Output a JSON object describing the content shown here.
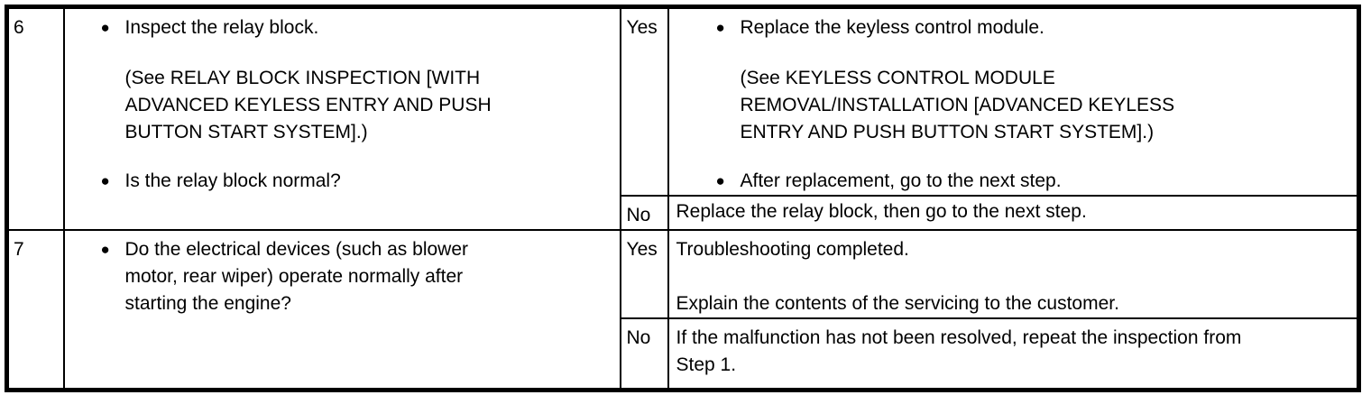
{
  "icons": {
    "bullet": "●"
  },
  "table": {
    "rows": [
      {
        "step": "6",
        "inspection": {
          "bullets": [
            {
              "lines": [
                "Inspect the relay block."
              ],
              "sub_lines": [
                "(See RELAY BLOCK INSPECTION [WITH",
                "ADVANCED KEYLESS ENTRY AND PUSH",
                "BUTTON START SYSTEM].)"
              ]
            },
            {
              "lines": [
                "Is the relay block normal?"
              ]
            }
          ]
        },
        "results": [
          {
            "answer": "Yes",
            "bullets": [
              {
                "lines": [
                  "Replace the keyless control module."
                ],
                "sub_lines": [
                  "(See KEYLESS CONTROL MODULE",
                  "REMOVAL/INSTALLATION [ADVANCED KEYLESS",
                  "ENTRY AND PUSH BUTTON START SYSTEM].)"
                ]
              },
              {
                "lines": [
                  "After replacement, go to the next step."
                ]
              }
            ]
          },
          {
            "answer": "No",
            "lines": [
              "Replace the relay block, then go to the next step."
            ]
          }
        ]
      },
      {
        "step": "7",
        "inspection": {
          "bullets": [
            {
              "lines": [
                "Do the electrical devices (such as blower",
                "motor, rear wiper) operate normally after",
                "starting the engine?"
              ]
            }
          ]
        },
        "results": [
          {
            "answer": "Yes",
            "paragraphs": [
              [
                "Troubleshooting completed."
              ],
              [
                "Explain the contents of the servicing to the customer."
              ]
            ]
          },
          {
            "answer": "No",
            "lines": [
              "If the malfunction has not been resolved, repeat the inspection from",
              "Step 1."
            ]
          }
        ]
      }
    ]
  }
}
